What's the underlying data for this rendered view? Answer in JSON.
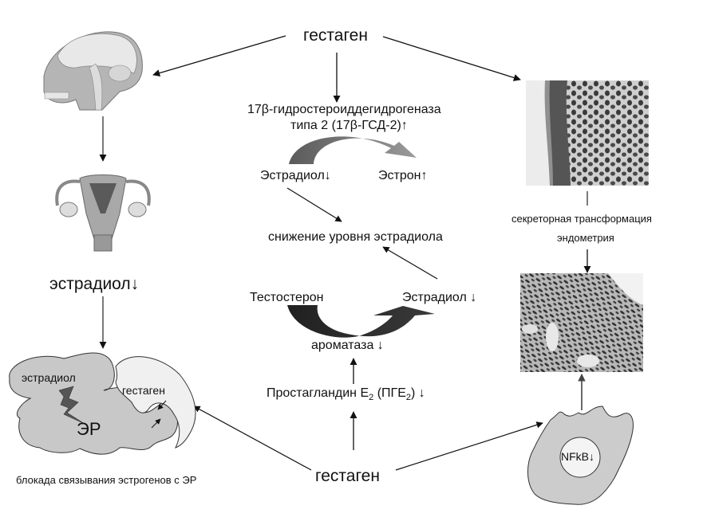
{
  "diagram": {
    "top_node": "гестаген",
    "bottom_node": "гестаген",
    "enzyme_line1": "17β-гидростероиддегидрогеназа",
    "enzyme_line2": "типа 2 (17β-ГСД-2)↑",
    "estradiol_down_1": "Эстрадиол↓",
    "estrone_up": "Эстрон↑",
    "estradiol_reduction": "снижение уровня эстрадиола",
    "testosterone": "Тестостерон",
    "estradiol_down_2": "Эстрадиол ↓",
    "aromatase": "ароматаза ↓",
    "prostaglandin_prefix": "Простагландин  E",
    "prostaglandin_sub": "2",
    "prostaglandin_mid": " (ПГЕ",
    "prostaglandin_sub2": "2",
    "prostaglandin_suffix": ") ↓",
    "left_estradiol": "эстрадиол↓",
    "receptor_estradiol": "эстрадиол",
    "receptor_gestagen": "гестаген",
    "receptor_label": "ЭР",
    "receptor_caption": "блокада связывания эстрогенов с ЭР",
    "secretory_line1": "секреторная трансформация",
    "secretory_line2": "эндометрия",
    "nucleus_label": "NFkB↓"
  },
  "images": {
    "brain": "brain-sagittal-illustration",
    "uterus": "uterus-illustration",
    "histology_1": "endometrium-histology-proliferative",
    "histology_2": "endometrium-histology-secretory"
  },
  "colors": {
    "arrow_light": "#8a8a8a",
    "arrow_dark": "#2a2a2a",
    "receptor_fill": "#c8c8c8",
    "gestagen_fill": "#f0f0f0",
    "cell_fill": "#cccccc"
  }
}
